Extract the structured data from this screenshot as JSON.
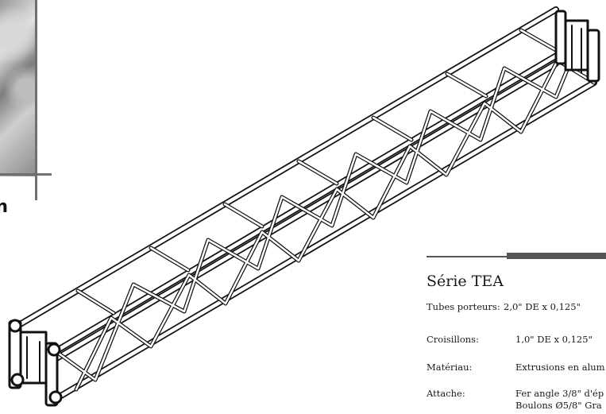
{
  "corner": {
    "letter": "n"
  },
  "series": {
    "title": "Série TEA"
  },
  "specs": [
    {
      "label": "Tubes porteurs:",
      "value": "2,0\" DE x 0,125\""
    },
    {
      "label": "Croisillons:",
      "value": "1,0\" DE x 0,125\""
    },
    {
      "label": "Matériau:",
      "value": "Extrusions en alum"
    },
    {
      "label": "Attache:",
      "value": "Fer angle 3/8\" d'ép",
      "value2": "Boulons Ø5/8\" Gra"
    }
  ]
}
